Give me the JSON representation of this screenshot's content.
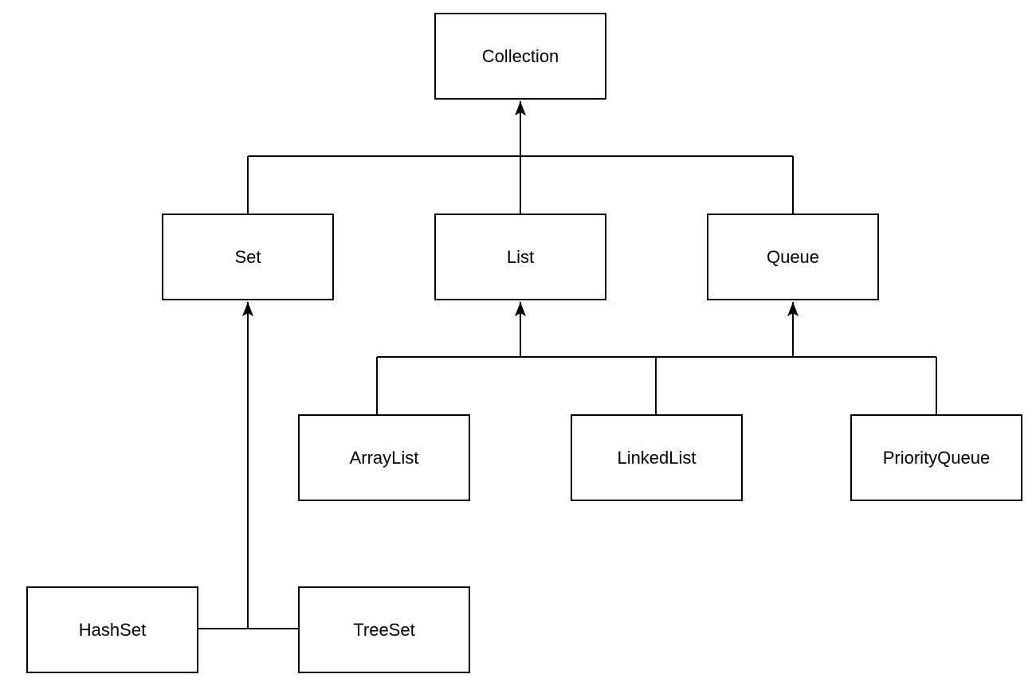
{
  "colors": {
    "background": "#ffffff",
    "node_fill": "#ffffff",
    "node_border": "#000000",
    "edge_stroke": "#000000",
    "text": "#000000"
  },
  "nodes": [
    {
      "id": "collection",
      "label": "Collection"
    },
    {
      "id": "set",
      "label": "Set"
    },
    {
      "id": "list",
      "label": "List"
    },
    {
      "id": "queue",
      "label": "Queue"
    },
    {
      "id": "arraylist",
      "label": "ArrayList"
    },
    {
      "id": "linkedlist",
      "label": "LinkedList"
    },
    {
      "id": "priorityqueue",
      "label": "PriorityQueue"
    },
    {
      "id": "hashset",
      "label": "HashSet"
    },
    {
      "id": "treeset",
      "label": "TreeSet"
    }
  ],
  "edge_buses": [
    {
      "children": [
        "set",
        "list",
        "queue"
      ],
      "parents": [
        "collection"
      ],
      "arrow_at": "parent"
    },
    {
      "children": [
        "arraylist",
        "linkedlist",
        "priorityqueue"
      ],
      "parents": [
        "list",
        "queue"
      ],
      "arrow_at": "parent"
    },
    {
      "children": [
        "hashset",
        "treeset"
      ],
      "parents": [
        "set"
      ],
      "arrow_at": "parent"
    }
  ]
}
